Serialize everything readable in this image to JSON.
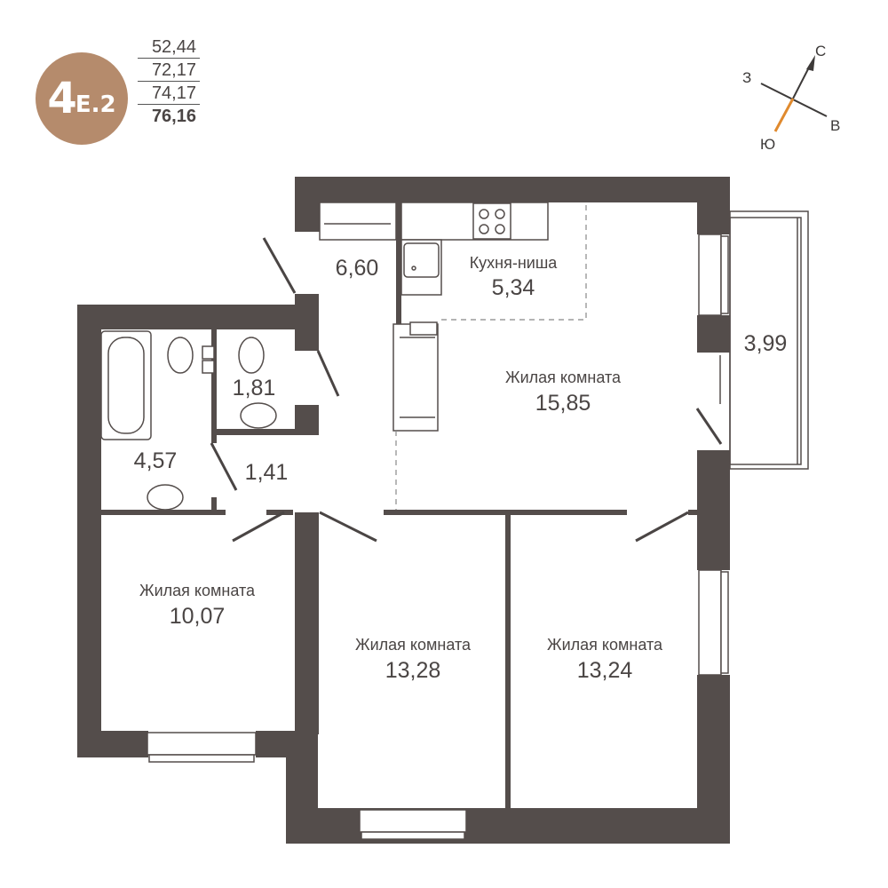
{
  "apartment": {
    "rooms_count": "4",
    "type_code": "Е.2",
    "badge_color": "#b58b6c",
    "areas": [
      "52,44",
      "72,17",
      "74,17",
      "76,16"
    ]
  },
  "compass": {
    "north": "С",
    "south": "Ю",
    "west": "З",
    "east": "В",
    "south_accent_color": "#e08a2e"
  },
  "rooms": {
    "hall": {
      "area": "6,60"
    },
    "kitchen": {
      "name": "Кухня-ниша",
      "area": "5,34"
    },
    "living_main": {
      "name": "Жилая комната",
      "area": "15,85"
    },
    "balcony": {
      "area": "3,99"
    },
    "wc": {
      "area": "1,81"
    },
    "bathroom": {
      "area": "4,57"
    },
    "corridor": {
      "area": "1,41"
    },
    "bedroom_1": {
      "name": "Жилая комната",
      "area": "10,07"
    },
    "bedroom_2": {
      "name": "Жилая комната",
      "area": "13,28"
    },
    "bedroom_3": {
      "name": "Жилая комната",
      "area": "13,24"
    }
  },
  "colors": {
    "wall": "#544d4b",
    "line": "#4a4544"
  }
}
